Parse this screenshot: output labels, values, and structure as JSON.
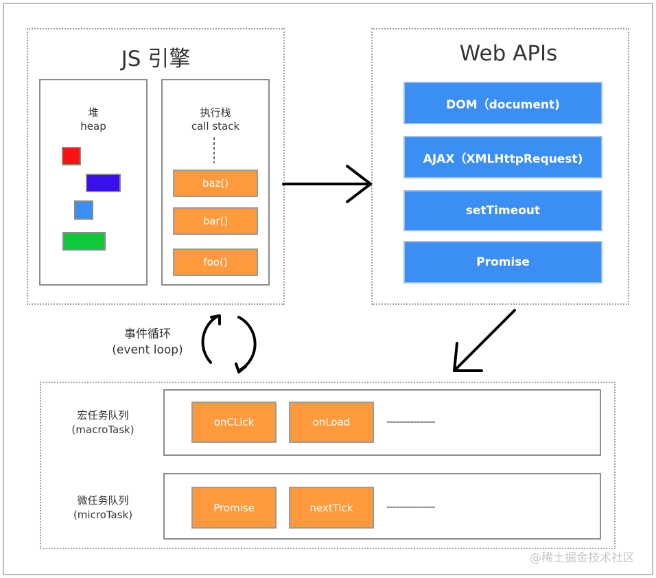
{
  "js_engine": {
    "title": "JS 引擎",
    "heap": {
      "label_cn": "堆",
      "label_en": "heap",
      "block_colors": [
        "#fc1010",
        "#3a10f0",
        "#3c8ff2",
        "#10c83a"
      ]
    },
    "call_stack": {
      "label_cn": "执行栈",
      "label_en": "call stack",
      "frames": [
        "baz()",
        "bar()",
        "foo()"
      ]
    }
  },
  "web_apis": {
    "title": "Web APIs",
    "items": [
      "DOM（document)",
      "AJAX（XMLHttpRequest)",
      "setTimeout",
      "Promise"
    ]
  },
  "event_loop": {
    "label_cn": "事件循环",
    "label_en": "(event loop)"
  },
  "queues": {
    "macro": {
      "label_cn": "宏任务队列",
      "label_en": "(macroTask)",
      "tasks": [
        "onCLick",
        "onLoad"
      ],
      "ellipsis": "----------------"
    },
    "micro": {
      "label_cn": "微任务队列",
      "label_en": "(microTask)",
      "tasks": [
        "Promise",
        "nextTick"
      ],
      "ellipsis": "----------------"
    }
  },
  "watermark": "@稀土掘金技术社区",
  "colors": {
    "orange": "#fe9a3c",
    "blue": "#3c8ff2",
    "arrow": "#000000"
  }
}
